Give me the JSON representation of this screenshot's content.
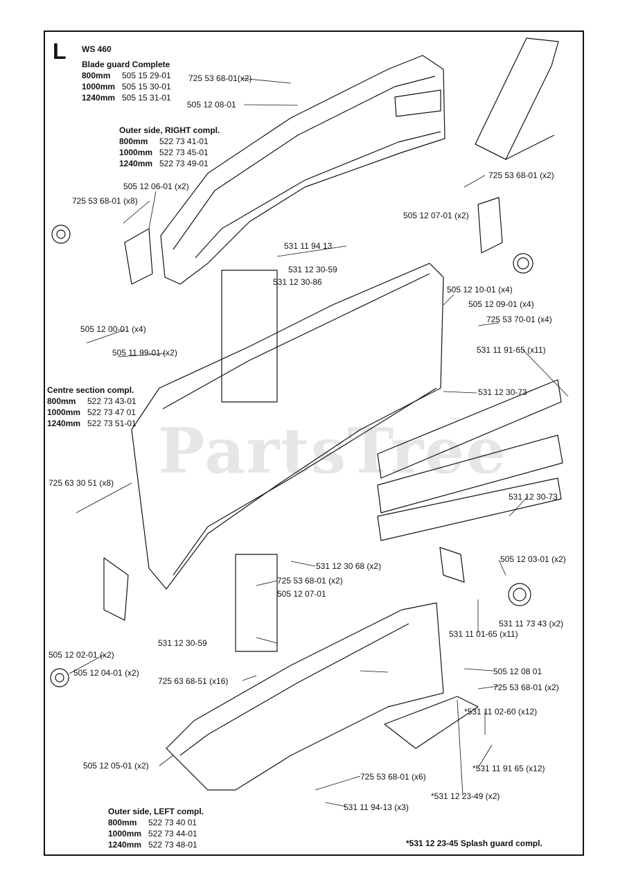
{
  "page": {
    "section_letter": "L",
    "model": "WS 460",
    "watermark": "PartsTree",
    "watermark_mark": "™"
  },
  "assemblies": {
    "blade_guard": {
      "title": "Blade guard Complete",
      "rows": [
        {
          "size": "800mm",
          "part": "505 15 29-01"
        },
        {
          "size": "1000mm",
          "part": "505 15 30-01"
        },
        {
          "size": "1240mm",
          "part": "505 15 31-01"
        }
      ]
    },
    "outer_right": {
      "title": "Outer side, RIGHT compl.",
      "rows": [
        {
          "size": "800mm",
          "part": "522 73 41-01"
        },
        {
          "size": "1000mm",
          "part": "522 73 45-01"
        },
        {
          "size": "1240mm",
          "part": "522 73 49-01"
        }
      ]
    },
    "centre": {
      "title": "Centre section compl.",
      "rows": [
        {
          "size": "800mm",
          "part": "522 73 43-01"
        },
        {
          "size": "1000mm",
          "part": "522 73 47 01"
        },
        {
          "size": "1240mm",
          "part": "522 73 51-01"
        }
      ]
    },
    "outer_left": {
      "title": "Outer side, LEFT compl.",
      "rows": [
        {
          "size": "800mm",
          "part": "522 73 40 01"
        },
        {
          "size": "1000mm",
          "part": "522 73 44-01"
        },
        {
          "size": "1240mm",
          "part": "522 73 48-01"
        }
      ]
    }
  },
  "callouts": [
    {
      "text": "725 53 68-01(x2)"
    },
    {
      "text": "505 12 08-01"
    },
    {
      "text": "725 53 68-01 (x2)"
    },
    {
      "text": "505 12 06-01 (x2)"
    },
    {
      "text": "725 53 68-01 (x8)"
    },
    {
      "text": "505 12 07-01 (x2)"
    },
    {
      "text": "531 11 94 13"
    },
    {
      "text": "531 12 30-59"
    },
    {
      "text": "531 12 30-86"
    },
    {
      "text": "505 12 10-01 (x4)"
    },
    {
      "text": "505 12 09-01 (x4)"
    },
    {
      "text": "725 53 70-01 (x4)"
    },
    {
      "text": "505 12 00-01 (x4)"
    },
    {
      "text": "505 11 99-01 (x2)"
    },
    {
      "text": "531 11 91-65 (x11)"
    },
    {
      "text": "531 12 30-73"
    },
    {
      "text": "725 63 30 51 (x8)"
    },
    {
      "text": "531 12 30-73"
    },
    {
      "text": "505 12 03-01 (x2)"
    },
    {
      "text": "531 12 30 68 (x2)"
    },
    {
      "text": "725 53 68-01 (x2)"
    },
    {
      "text": "505 12 07-01"
    },
    {
      "text": "531 11 73 43 (x2)"
    },
    {
      "text": "531 11 01-65 (x11)"
    },
    {
      "text": "531 12 30-59"
    },
    {
      "text": "505 12 02-01 (x2)"
    },
    {
      "text": "505 12 04-01 (x2)"
    },
    {
      "text": "725 63 68-51 (x16)"
    },
    {
      "text": "505 12 08 01"
    },
    {
      "text": "725 53 68-01 (x2)"
    },
    {
      "text": "*531 11 02-60 (x12)"
    },
    {
      "text": "505 12 05-01 (x2)"
    },
    {
      "text": "*531 11 91 65 (x12)"
    },
    {
      "text": "725 53 68-01 (x6)"
    },
    {
      "text": "*531 12 23-49 (x2)"
    },
    {
      "text": "531 11 94-13 (x3)"
    },
    {
      "text": "*531 12 23-45 Splash guard compl."
    }
  ],
  "colors": {
    "ink": "#111111",
    "watermark": "#e6e6e6"
  }
}
